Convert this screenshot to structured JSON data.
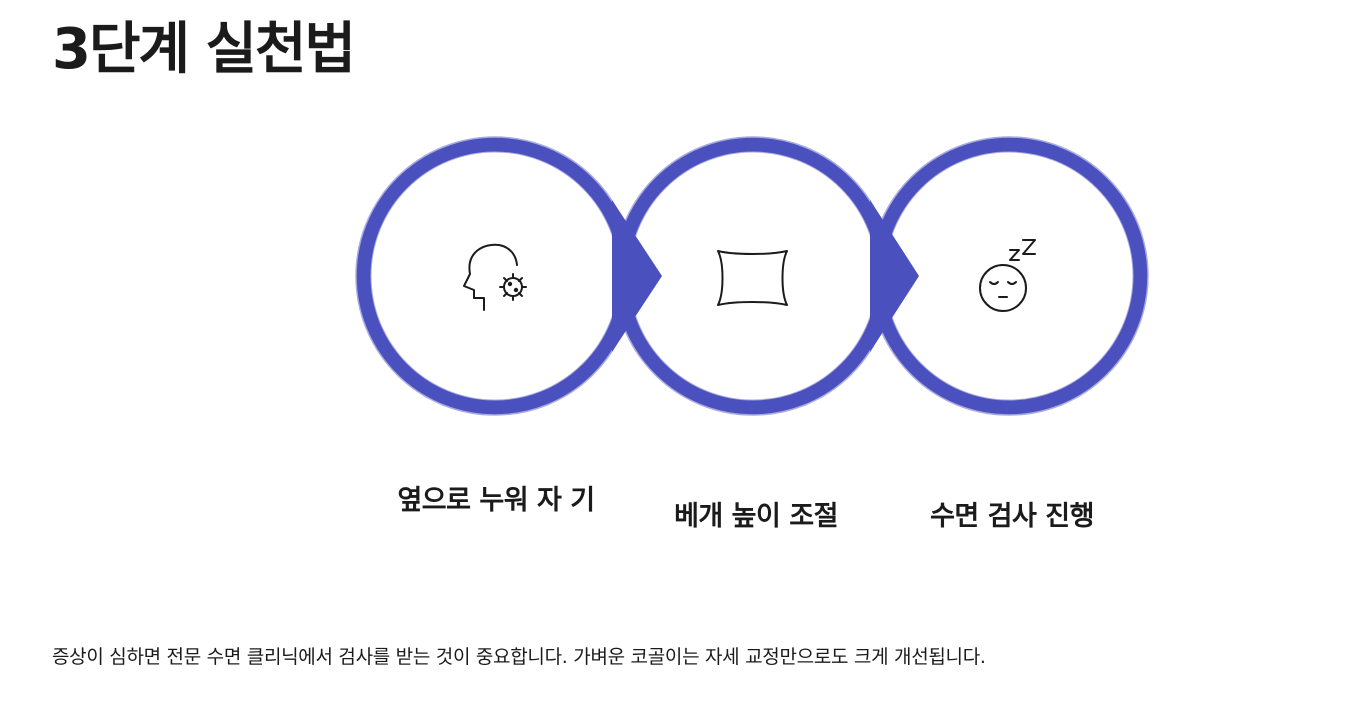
{
  "title": "3단계 실천법",
  "steps": [
    {
      "label": "옆으로 누워 자 기",
      "icon": "head-virus-icon"
    },
    {
      "label": "베개 높이 조절",
      "icon": "pillow-icon"
    },
    {
      "label": "수면 검사 진행",
      "icon": "sleeping-face-icon"
    }
  ],
  "footer": "증상이 심하면 전문 수면 클리닉에서 검사를 받는 것이 중요합니다. 가벼운 코골이는 자세 교정만으로도 크게 개선됩니다.",
  "colors": {
    "ring": "#4a51bf",
    "ring_outline": "#a8abdf",
    "inner": "#ffffff",
    "icon_stroke": "#1b1b1b",
    "text": "#1b1b1b"
  }
}
